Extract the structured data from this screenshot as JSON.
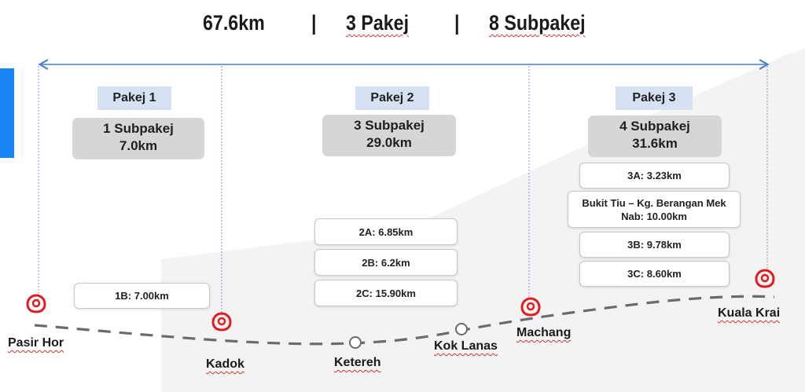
{
  "header": {
    "total_length": "67.6km",
    "separator_1": "|",
    "packages": "3 Pakej",
    "separator_2": "|",
    "subpackages": "8 Subpakej"
  },
  "packages": [
    {
      "name": "Pakej 1",
      "summary_line1": "1 Subpakej",
      "summary_line2": "7.0km",
      "subpackages": [
        "1B: 7.00km"
      ]
    },
    {
      "name": "Pakej 2",
      "summary_line1": "3 Subpakej",
      "summary_line2": "29.0km",
      "subpackages": [
        "2A: 6.85km",
        "2B: 6.2km",
        "2C: 15.90km"
      ]
    },
    {
      "name": "Pakej 3",
      "summary_line1": "4 Subpakej",
      "summary_line2": "31.6km",
      "subpackages": [
        "3A: 3.23km",
        "Bukit Tiu – Kg. Berangan Mek Nab: 10.00km",
        "3B: 9.78km",
        "3C: 8.60km"
      ]
    }
  ],
  "stations": {
    "pasir_hor": "Pasir Hor",
    "kadok": "Kadok",
    "ketereh": "Ketereh",
    "kok_lanas": "Kok Lanas",
    "machang": "Machang",
    "kuala_krai": "Kuala Krai"
  },
  "colors": {
    "accent": "#1b86f3",
    "arrow": "#4a7fd4",
    "pin": "#e11b22",
    "route": "#6b6b6b",
    "package_label": "#d6e1f3",
    "summary_box": "#d6d6d6"
  }
}
